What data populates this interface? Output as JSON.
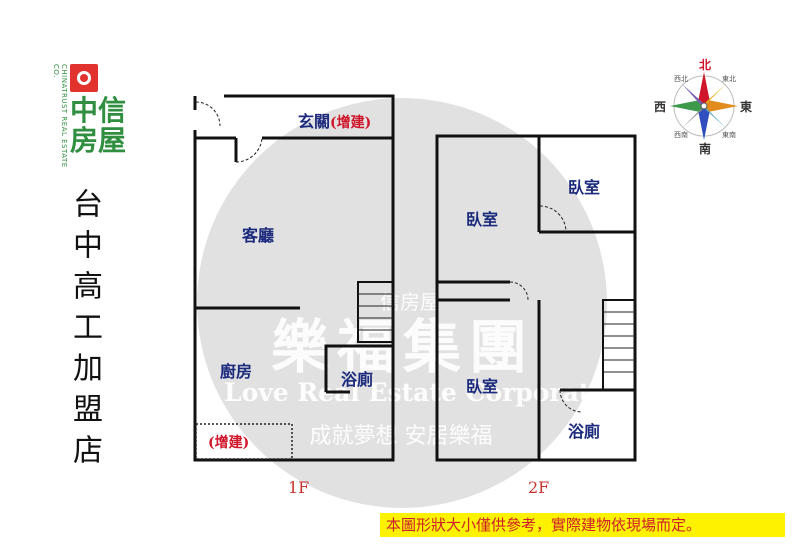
{
  "brand": {
    "name": "中信房屋",
    "sub": "CHINATRUST REAL ESTATE CO.",
    "branch": "台中高工加盟店",
    "accent": "#2f8e3f",
    "logo_color": "#e1322d"
  },
  "watermark": {
    "small": "信房屋",
    "big": "樂福集團",
    "english": "Love Real Estate Corporation",
    "slogan": "成就夢想 安居樂福"
  },
  "floors": [
    {
      "label": "1F",
      "rooms": [
        {
          "name": "玄關",
          "note": "(增建)"
        },
        {
          "name": "客廳"
        },
        {
          "name": "廚房"
        },
        {
          "name": "浴廁"
        }
      ],
      "addition": "(增建)"
    },
    {
      "label": "2F",
      "rooms": [
        {
          "name": "臥室"
        },
        {
          "name": "臥室"
        },
        {
          "name": "臥室"
        },
        {
          "name": "浴廁"
        }
      ]
    }
  ],
  "compass": {
    "north": "北",
    "south": "南",
    "east": "東",
    "west": "西",
    "northeast": "東北",
    "northwest": "西北",
    "southeast": "東南",
    "southwest": "西南",
    "icon": "compass-rose-icon"
  },
  "disclaimer": "本圖形狀大小僅供參考，實際建物依現場而定。",
  "colors": {
    "room_label": "#1b2a7c",
    "addition_label": "#d0162a",
    "floor_label": "#c8352e",
    "disclaimer_bg": "#fff200",
    "disclaimer_text": "#cc1f2c"
  }
}
